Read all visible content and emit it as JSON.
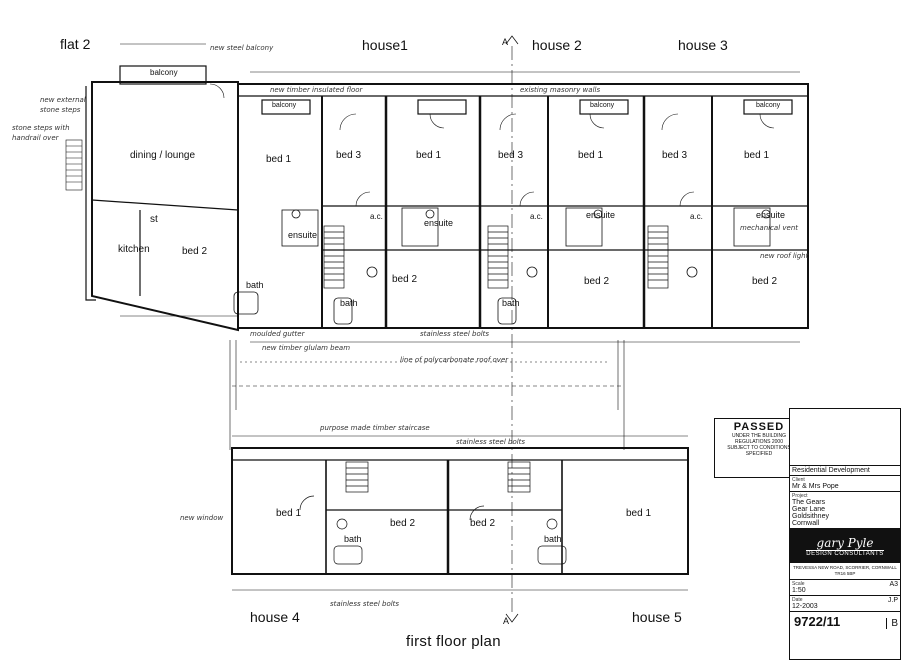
{
  "labels": {
    "flat2": "flat 2",
    "house1": "house1",
    "house2": "house 2",
    "house3": "house 3",
    "house4": "house 4",
    "house5": "house 5",
    "section_a": "A",
    "title": "first floor plan"
  },
  "rooms": {
    "balcony": "balcony",
    "dining": "dining / lounge",
    "kitchen": "kitchen",
    "st": "st",
    "bed1": "bed 1",
    "bed2": "bed 2",
    "bed3": "bed 3",
    "bath": "bath",
    "ensuite": "ensuite",
    "ac": "a.c."
  },
  "stamp": {
    "passed": "PASSED",
    "line1": "UNDER THE BUILDING",
    "line2": "REGULATIONS 2000",
    "line3": "SUBJECT TO CONDITIONS SPECIFIED"
  },
  "title_block": {
    "project_desc": "Residential Development",
    "client_key": "Client",
    "client": "Mr & Mrs Pope",
    "project_key": "Project",
    "project1": "The Gears",
    "project2": "Gear Lane",
    "project3": "Goldsithney",
    "project4": "Cornwall",
    "logo_script": "gary Pyle",
    "logo_text": "DESIGN CONSULTANTS",
    "address": "TREVESSA NEW ROAD, SCORRIER, CORNWALL TR16 5BP",
    "scale_key": "Scale",
    "scale": "1:50",
    "size": "A3",
    "date_key": "Date",
    "date": "12-2003",
    "drawn": "J.P",
    "drawing_no": "9722/11",
    "revision": "B"
  }
}
